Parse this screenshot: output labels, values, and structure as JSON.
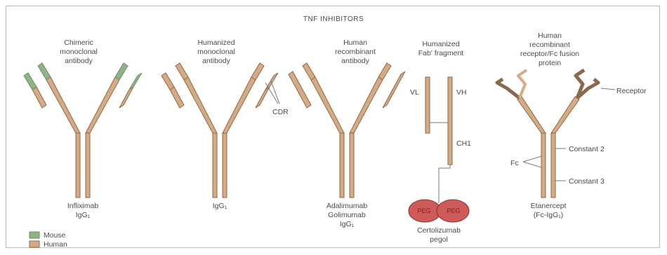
{
  "title": "TNF INHIBITORS",
  "colors": {
    "human": "#d6aa83",
    "mouse": "#8fb485",
    "peg": "#cf5a5a"
  },
  "panels": [
    {
      "header": [
        "Chimeric",
        "monoclonal",
        "antibody"
      ],
      "footer": [
        "Infliximab",
        "IgG₁"
      ]
    },
    {
      "header": [
        "Humanized",
        "monoclonal",
        "antibody"
      ],
      "footer": [
        "IgG₁"
      ],
      "callout": "CDR"
    },
    {
      "header": [
        "Human",
        "recombinant",
        "antibody"
      ],
      "footer": [
        "Adalimumab",
        "Golimumab",
        "IgG₁"
      ]
    },
    {
      "header": [
        "Humanized",
        "Fab' fragment"
      ],
      "footer": [
        "Certolizumab",
        "pegol"
      ],
      "labels": {
        "vl": "VL",
        "vh": "VH",
        "ch1": "CH1",
        "peg": "PEG"
      }
    },
    {
      "header": [
        "Human",
        "recombinant",
        "receptor/Fc fusion",
        "protein"
      ],
      "footer": [
        "Etanercept",
        "(Fc-IgG₁)"
      ],
      "labels": {
        "receptor": "Receptor",
        "constant2": "Constant 2",
        "constant3": "Constant 3",
        "fc": "Fc"
      }
    }
  ],
  "legend": [
    {
      "label": "Mouse",
      "color": "#8fb485"
    },
    {
      "label": "Human",
      "color": "#d6aa83"
    }
  ]
}
